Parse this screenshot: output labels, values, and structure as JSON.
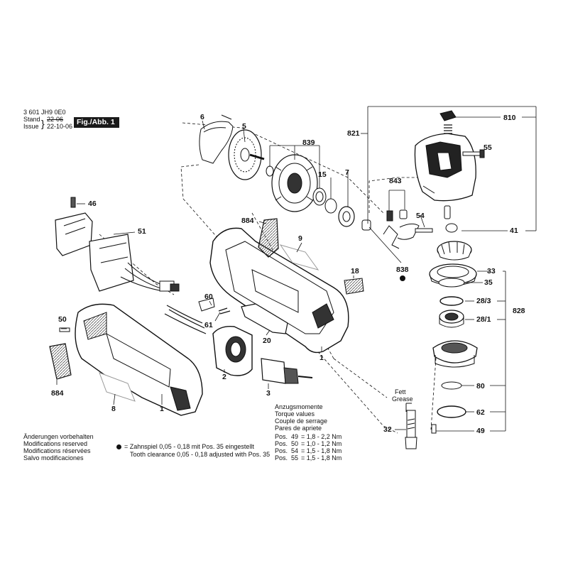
{
  "header": {
    "part_number": "3 601 JH9 0E0",
    "stand_label": "Stand",
    "issue_label": "Issue",
    "stand_date": "22-06",
    "issue_date": "22-10-06",
    "figure_label": "Fig./Abb. 1"
  },
  "callouts": {
    "c6": "6",
    "c5": "5",
    "c839": "839",
    "c15": "15",
    "c7": "7",
    "c821": "821",
    "c810": "810",
    "c55": "55",
    "c843": "843",
    "c54": "54",
    "c41": "41",
    "c46": "46",
    "c51": "51",
    "c884a": "884",
    "c9": "9",
    "c18": "18",
    "c838": "838",
    "c33": "33",
    "c35a": "35",
    "c28_3": "28/3",
    "c28_1": "28/1",
    "c828": "828",
    "c60": "60",
    "c61": "61",
    "c20": "20",
    "c50": "50",
    "c1a": "1",
    "c2": "2",
    "c3": "3",
    "c884b": "884",
    "c8": "8",
    "c1b": "1",
    "c80": "80",
    "c62": "62",
    "c32": "32",
    "c49": "49"
  },
  "grease": {
    "line1": "Fett",
    "line2": "Grease"
  },
  "torque": {
    "titles": [
      "Anzugsmomente",
      "Torque values",
      "Couple de serrage",
      "Pares de apriete"
    ],
    "rows": [
      {
        "pos": "Pos.",
        "num": "49",
        "value": "= 1,8 - 2,2 Nm"
      },
      {
        "pos": "Pos.",
        "num": "50",
        "value": "= 1,0 - 1,2 Nm"
      },
      {
        "pos": "Pos.",
        "num": "54",
        "value": "= 1,5 - 1,8 Nm"
      },
      {
        "pos": "Pos.",
        "num": "55",
        "value": "= 1,5 - 1,8 Nm"
      }
    ]
  },
  "modifications": [
    "Änderungen vorbehalten",
    "Modifications reserved",
    "Modifications réservées",
    "Salvo modificaciones"
  ],
  "footnote": {
    "line1": "= Zahnspiel 0,05 - 0,18 mit Pos. 35 eingestellt",
    "line2": "Tooth clearance 0,05 - 0,18 adjusted with Pos. 35"
  }
}
